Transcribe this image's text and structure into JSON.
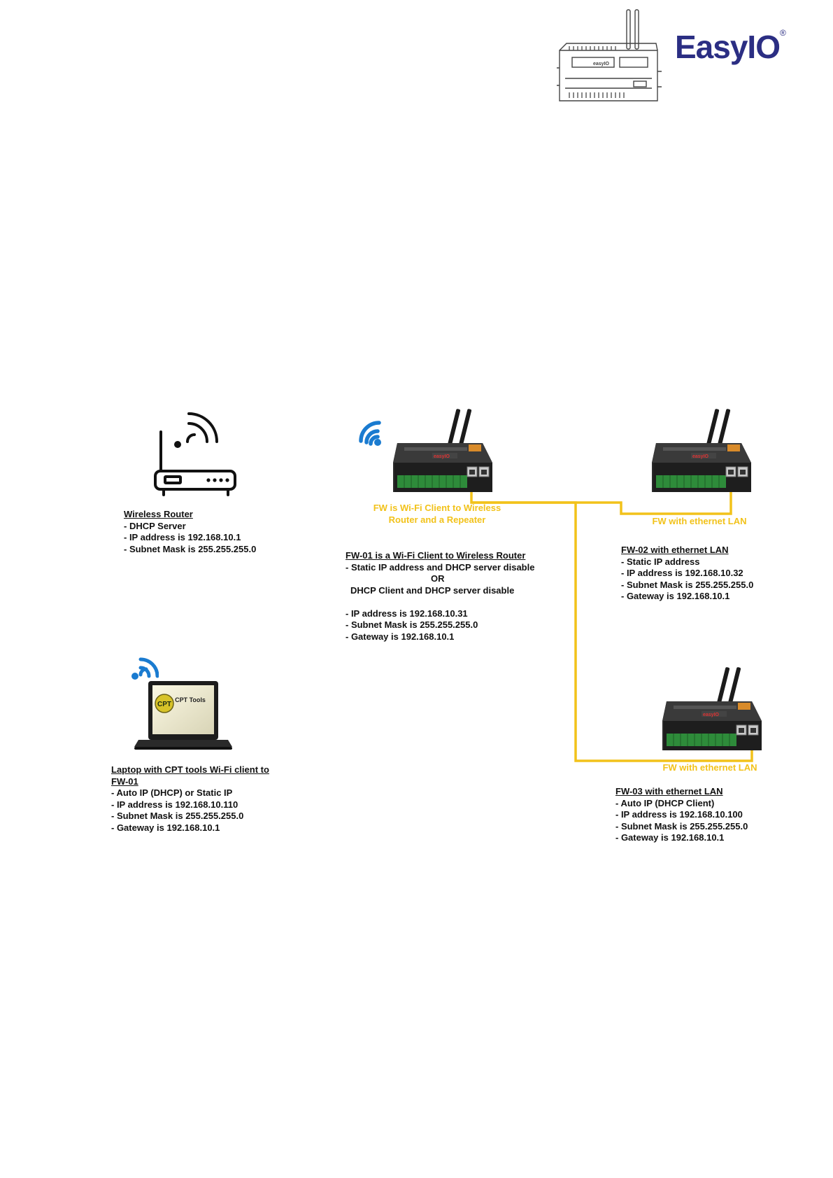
{
  "header": {
    "brand_name": "EasyIO",
    "registered_mark": "®",
    "accent_color": "#2b2e83"
  },
  "diagram": {
    "cable_color": "#f2c21a",
    "wifi_color": "#1a7bd0",
    "router": {
      "title": "Wireless Router",
      "lines": [
        "- DHCP Server",
        "- IP address is 192.168.10.1",
        "- Subnet Mask is 255.255.255.0"
      ]
    },
    "fw01": {
      "caption_line1": "FW is Wi-Fi Client to Wireless",
      "caption_line2": "Router and a Repeater",
      "title": "FW-01 is a Wi-Fi Client to Wireless Router",
      "lines": [
        "- Static IP address and DHCP server disable",
        "OR",
        "DHCP Client and DHCP server disable",
        "- IP address is 192.168.10.31",
        "- Subnet Mask is 255.255.255.0",
        "- Gateway is 192.168.10.1"
      ]
    },
    "fw02": {
      "caption": "FW with ethernet LAN",
      "title": "FW-02 with ethernet LAN",
      "lines": [
        "- Static IP address",
        "- IP address is 192.168.10.32",
        "- Subnet Mask is 255.255.255.0",
        "- Gateway is 192.168.10.1"
      ]
    },
    "laptop": {
      "screen_logo": "CPT",
      "screen_text": "CPT Tools",
      "title_line1": "Laptop with CPT tools Wi-Fi client to",
      "title_line2": "FW-01",
      "lines": [
        "- Auto IP (DHCP) or Static IP",
        "- IP address is 192.168.10.110",
        "- Subnet Mask is 255.255.255.0",
        "- Gateway is 192.168.10.1"
      ]
    },
    "fw03": {
      "caption": "FW with ethernet LAN",
      "title": "FW-03 with ethernet LAN",
      "lines": [
        "- Auto IP (DHCP Client)",
        "- IP address is 192.168.10.100",
        "- Subnet Mask is 255.255.255.0",
        "- Gateway is 192.168.10.1"
      ]
    }
  }
}
